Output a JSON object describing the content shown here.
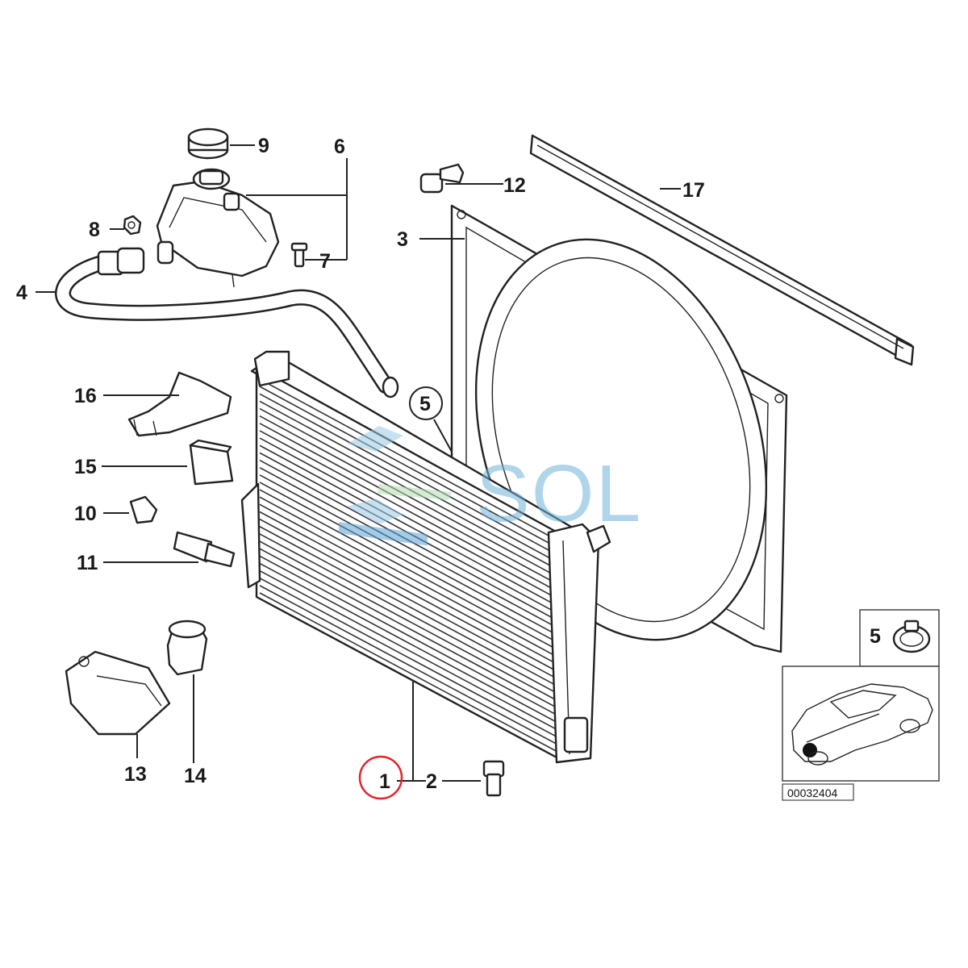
{
  "callouts": {
    "c1": "1",
    "c2": "2",
    "c3": "3",
    "c4": "4",
    "c5": "5",
    "c5_inset": "5",
    "c6": "6",
    "c7": "7",
    "c8": "8",
    "c9": "9",
    "c10": "10",
    "c11": "11",
    "c12": "12",
    "c13": "13",
    "c14": "14",
    "c15": "15",
    "c16": "16",
    "c17": "17"
  },
  "diagram_number": "00032404",
  "watermark": "SOL",
  "highlight_color": "#e0242a",
  "watermark_color": "#6fb3d9",
  "highlighted_part": "1"
}
